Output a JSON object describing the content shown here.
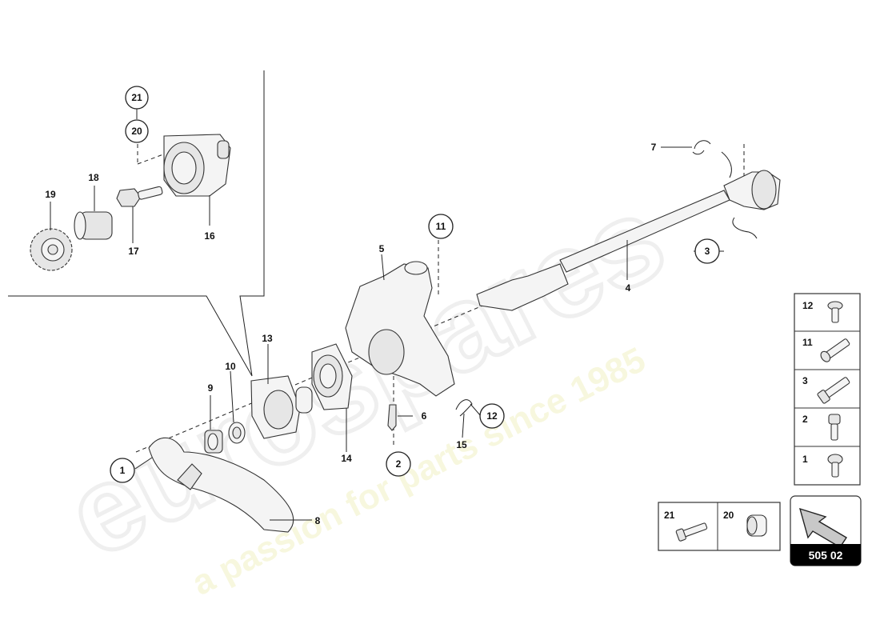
{
  "watermark": {
    "brand": "eurospares",
    "tagline": "a passion for parts since 1985"
  },
  "callouts": {
    "c1": "1",
    "c2": "2",
    "c3": "3",
    "c4": "4",
    "c5": "5",
    "c6": "6",
    "c7": "7",
    "c8": "8",
    "c9": "9",
    "c10": "10",
    "c11": "11",
    "c12": "12",
    "c13": "13",
    "c14": "14",
    "c15": "15",
    "c16": "16",
    "c17": "17",
    "c18": "18",
    "c19": "19",
    "c20": "20",
    "c21": "21"
  },
  "legend": {
    "fasteners": [
      "12",
      "11",
      "3",
      "2",
      "1"
    ],
    "bottom": [
      "21",
      "20"
    ]
  },
  "page_code": "505 02"
}
